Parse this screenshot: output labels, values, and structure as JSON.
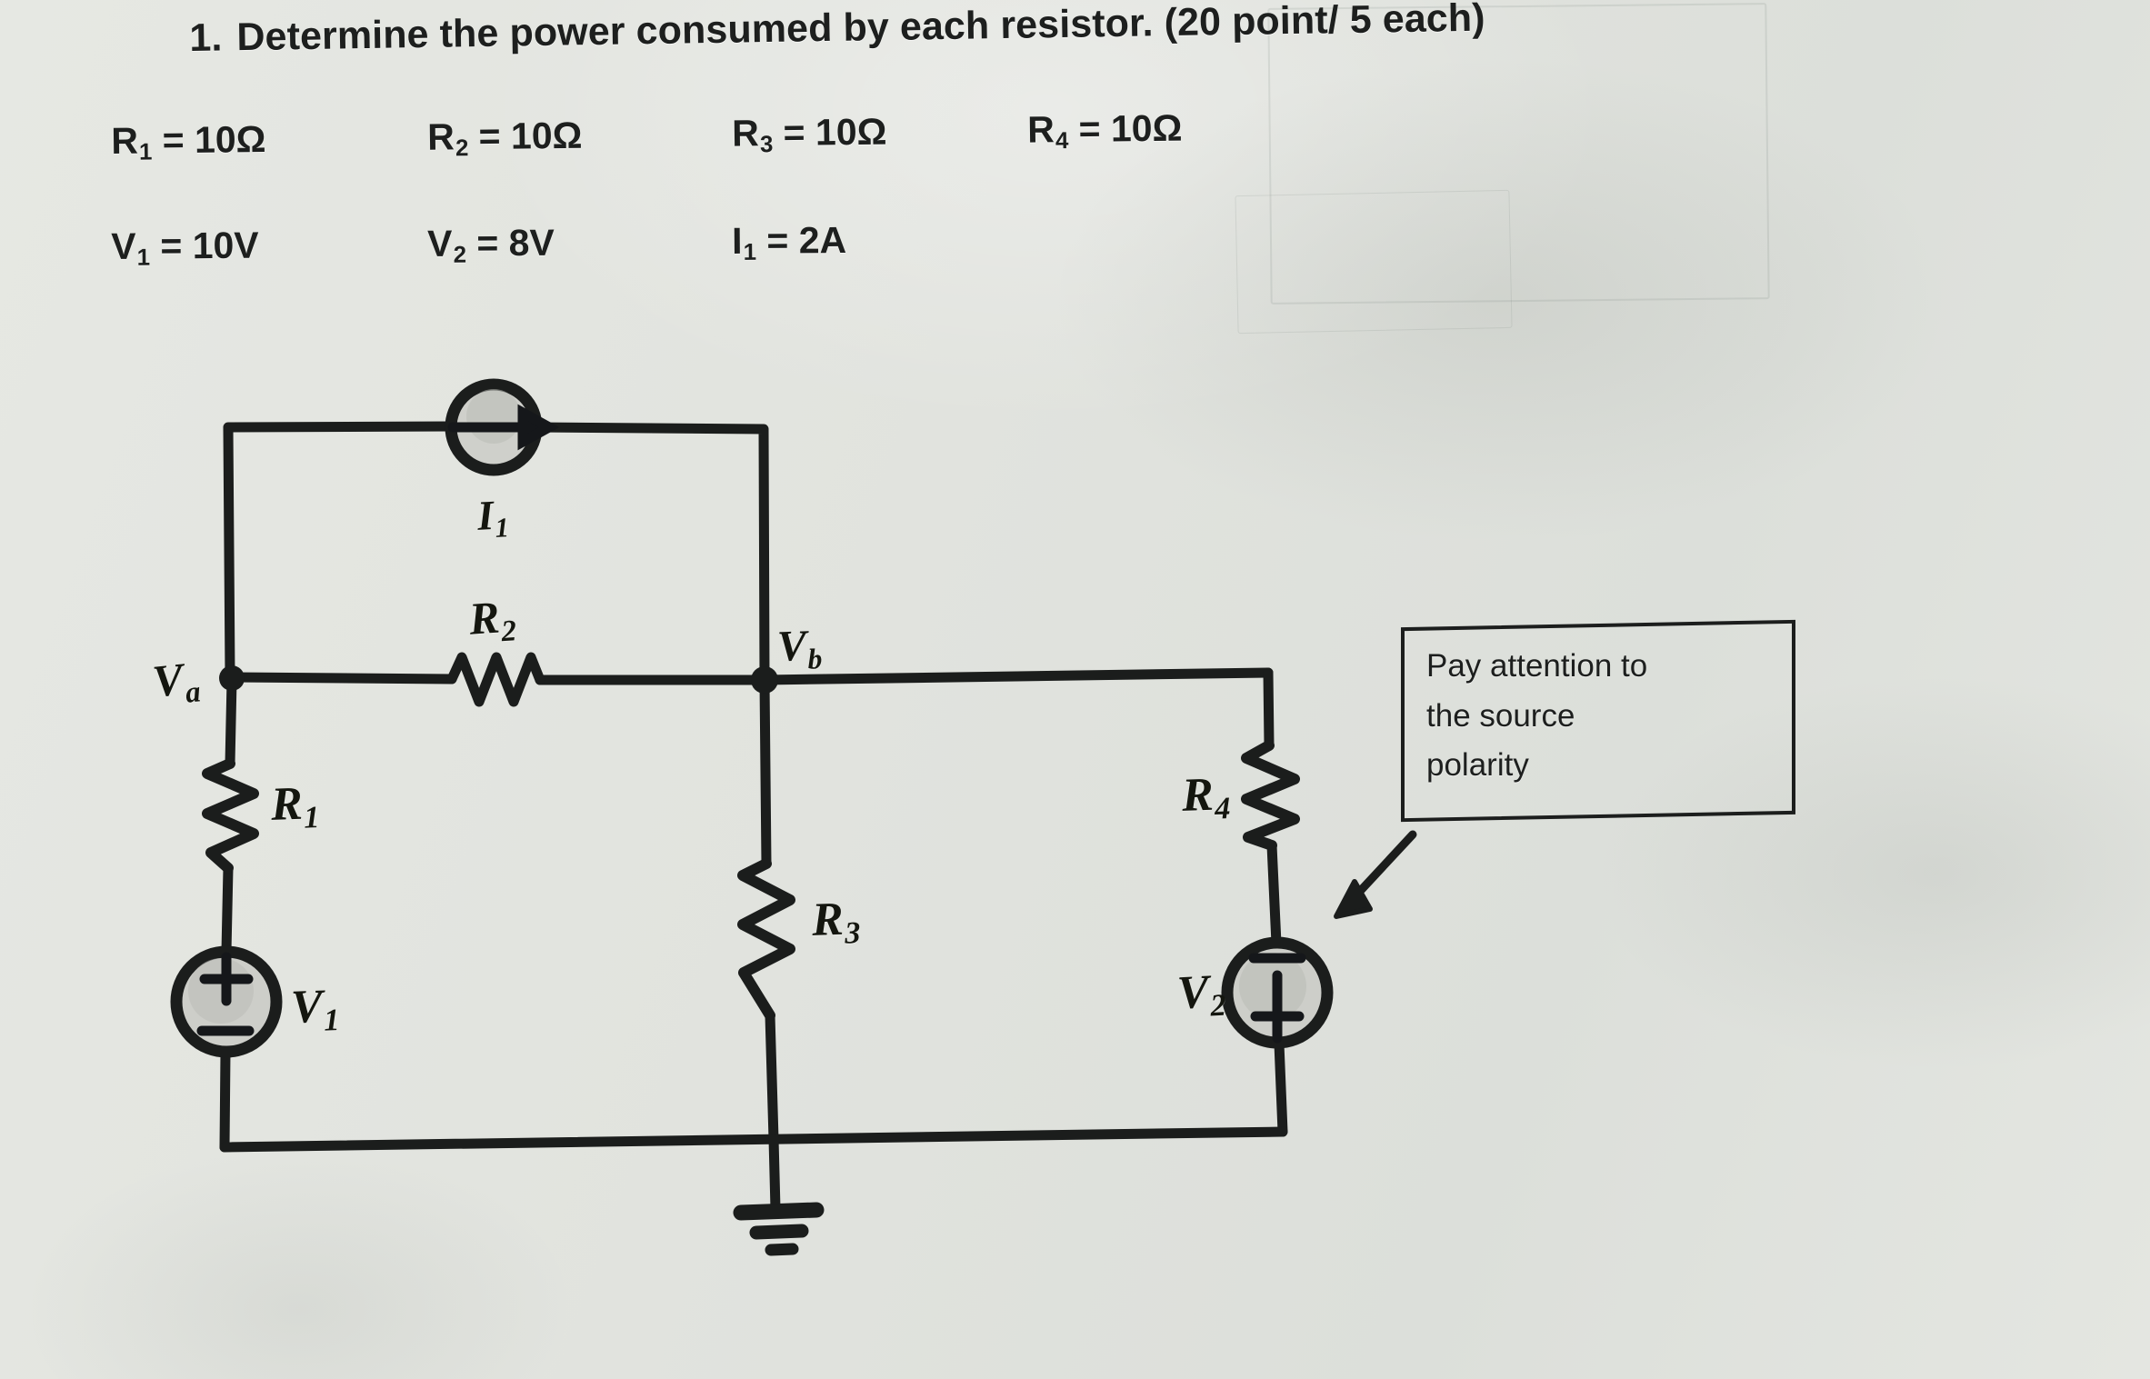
{
  "page": {
    "paper_color": "#e2e4df",
    "ink_color": "#1c1e1d"
  },
  "question": {
    "number": "1.",
    "prompt": "Determine the power consumed by each resistor. (20 point/ 5 each)"
  },
  "givens": {
    "resistors": [
      {
        "name": "R",
        "sub": "1",
        "eq": "=",
        "value": "10Ω"
      },
      {
        "name": "R",
        "sub": "2",
        "eq": "=",
        "value": "10Ω"
      },
      {
        "name": "R",
        "sub": "3",
        "eq": "=",
        "value": "10Ω"
      },
      {
        "name": "R",
        "sub": "4",
        "eq": "=",
        "value": "10Ω"
      }
    ],
    "sources": [
      {
        "name": "V",
        "sub": "1",
        "eq": "=",
        "value": "10V"
      },
      {
        "name": "V",
        "sub": "2",
        "eq": "=",
        "value": "8V"
      },
      {
        "name": "I",
        "sub": "1",
        "eq": "=",
        "value": "2A"
      }
    ]
  },
  "callout": {
    "lines": [
      "Pay attention to",
      "the source",
      "polarity"
    ]
  },
  "circuit": {
    "nodes": [
      {
        "id": "va",
        "label": "V",
        "sub": "a"
      },
      {
        "id": "vb",
        "label": "V",
        "sub": "b"
      }
    ],
    "components": [
      {
        "id": "i1",
        "kind": "current-source",
        "label": "I",
        "sub": "1",
        "arrow": "right"
      },
      {
        "id": "r1",
        "kind": "resistor",
        "label": "R",
        "sub": "1",
        "orientation": "vertical"
      },
      {
        "id": "r2",
        "kind": "resistor",
        "label": "R",
        "sub": "2",
        "orientation": "horizontal"
      },
      {
        "id": "r3",
        "kind": "resistor",
        "label": "R",
        "sub": "3",
        "orientation": "vertical"
      },
      {
        "id": "r4",
        "kind": "resistor",
        "label": "R",
        "sub": "4",
        "orientation": "vertical"
      },
      {
        "id": "v1",
        "kind": "voltage-source",
        "label": "V",
        "sub": "1",
        "top_sign": "+",
        "bottom_sign": "−"
      },
      {
        "id": "v2",
        "kind": "voltage-source",
        "label": "V",
        "sub": "2",
        "top_sign": "−",
        "bottom_sign": "+"
      },
      {
        "id": "gnd",
        "kind": "ground",
        "label": ""
      }
    ]
  }
}
